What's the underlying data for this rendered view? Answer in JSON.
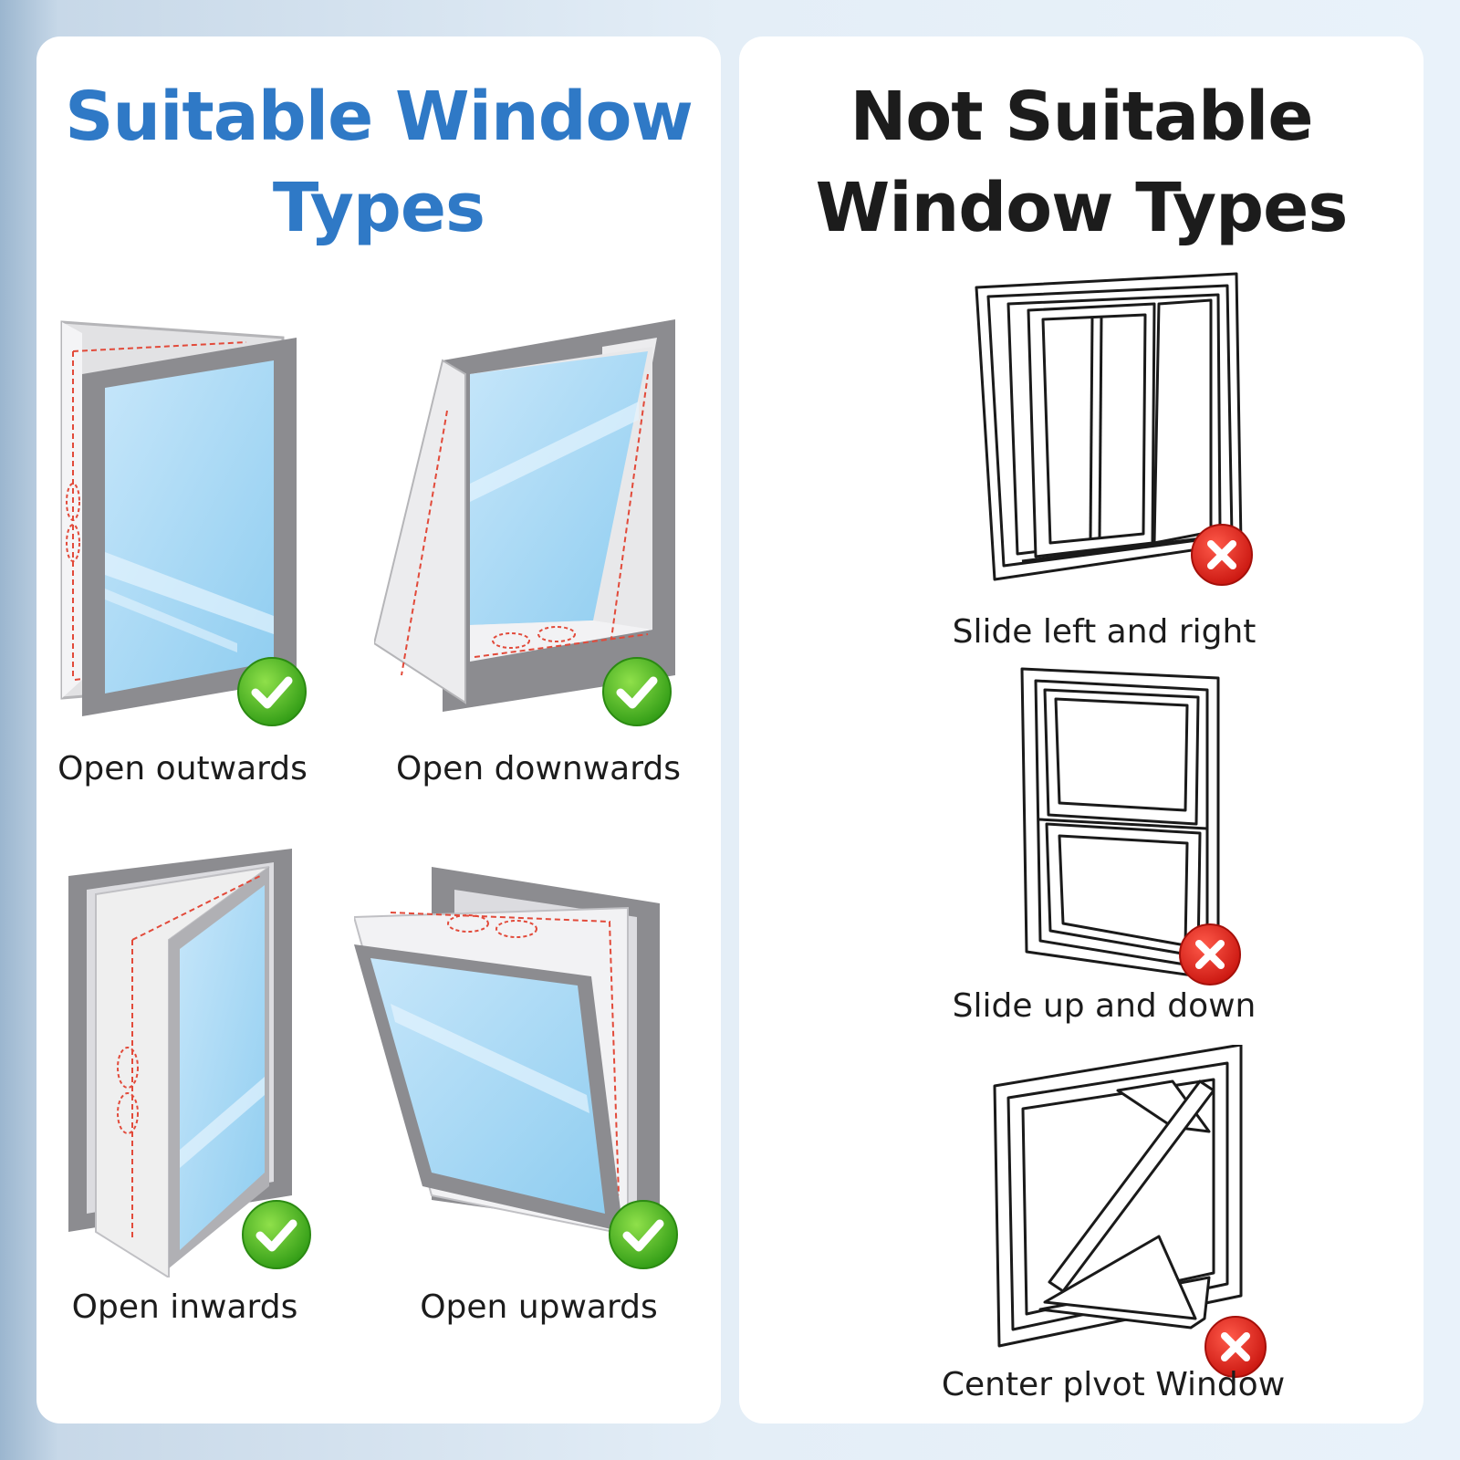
{
  "suitable": {
    "title_line1": "Suitable Window",
    "title_line2": "Types",
    "accent": "#2f79c6",
    "items": [
      {
        "label": "Open outwards",
        "icon": "casement-outward-window-icon"
      },
      {
        "label": "Open downwards",
        "icon": "hopper-window-icon"
      },
      {
        "label": "Open inwards",
        "icon": "casement-inward-window-icon"
      },
      {
        "label": "Open upwards",
        "icon": "awning-window-icon"
      }
    ],
    "badge_icon": "green-check-icon",
    "badge_color": "#3fae1e"
  },
  "not_suitable": {
    "title_line1": "Not Suitable",
    "title_line2": "Window Types",
    "items": [
      {
        "label": "Slide left and right",
        "icon": "sliding-window-icon"
      },
      {
        "label": "Slide up and down",
        "icon": "sash-window-icon"
      },
      {
        "label": "Center plvot Window",
        "icon": "pivot-window-icon"
      }
    ],
    "badge_icon": "red-cross-icon",
    "badge_color": "#e0241c"
  }
}
